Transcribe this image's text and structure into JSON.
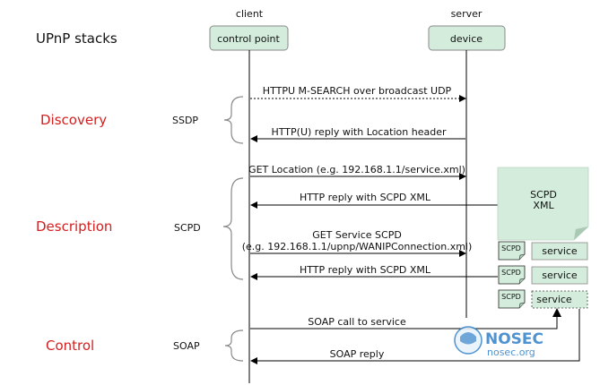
{
  "title": "UPnP stacks",
  "roles": {
    "client": "client",
    "server": "server"
  },
  "actors": {
    "client": "control point",
    "server": "device"
  },
  "phases": [
    {
      "name": "Discovery",
      "stack": "SSDP"
    },
    {
      "name": "Description",
      "stack": "SCPD"
    },
    {
      "name": "Control",
      "stack": "SOAP"
    }
  ],
  "messages": [
    {
      "text": "HTTPU M-SEARCH over broadcast UDP"
    },
    {
      "text": "HTTP(U) reply with Location header"
    },
    {
      "text": "GET Location (e.g. 192.168.1.1/service.xml)"
    },
    {
      "text": "HTTP reply with SCPD XML"
    },
    {
      "text": "GET Service SCPD",
      "text2": "(e.g. 192.168.1.1/upnp/WANIPConnection.xml)"
    },
    {
      "text": "HTTP reply with SCPD XML"
    },
    {
      "text": "SOAP call to service"
    },
    {
      "text": "SOAP reply"
    }
  ],
  "scpd_doc": {
    "line1": "SCPD",
    "line2": "XML"
  },
  "scpd_small": "SCPD",
  "service": "service",
  "watermark": {
    "brand": "NOSEC",
    "url": "nosec.org"
  }
}
